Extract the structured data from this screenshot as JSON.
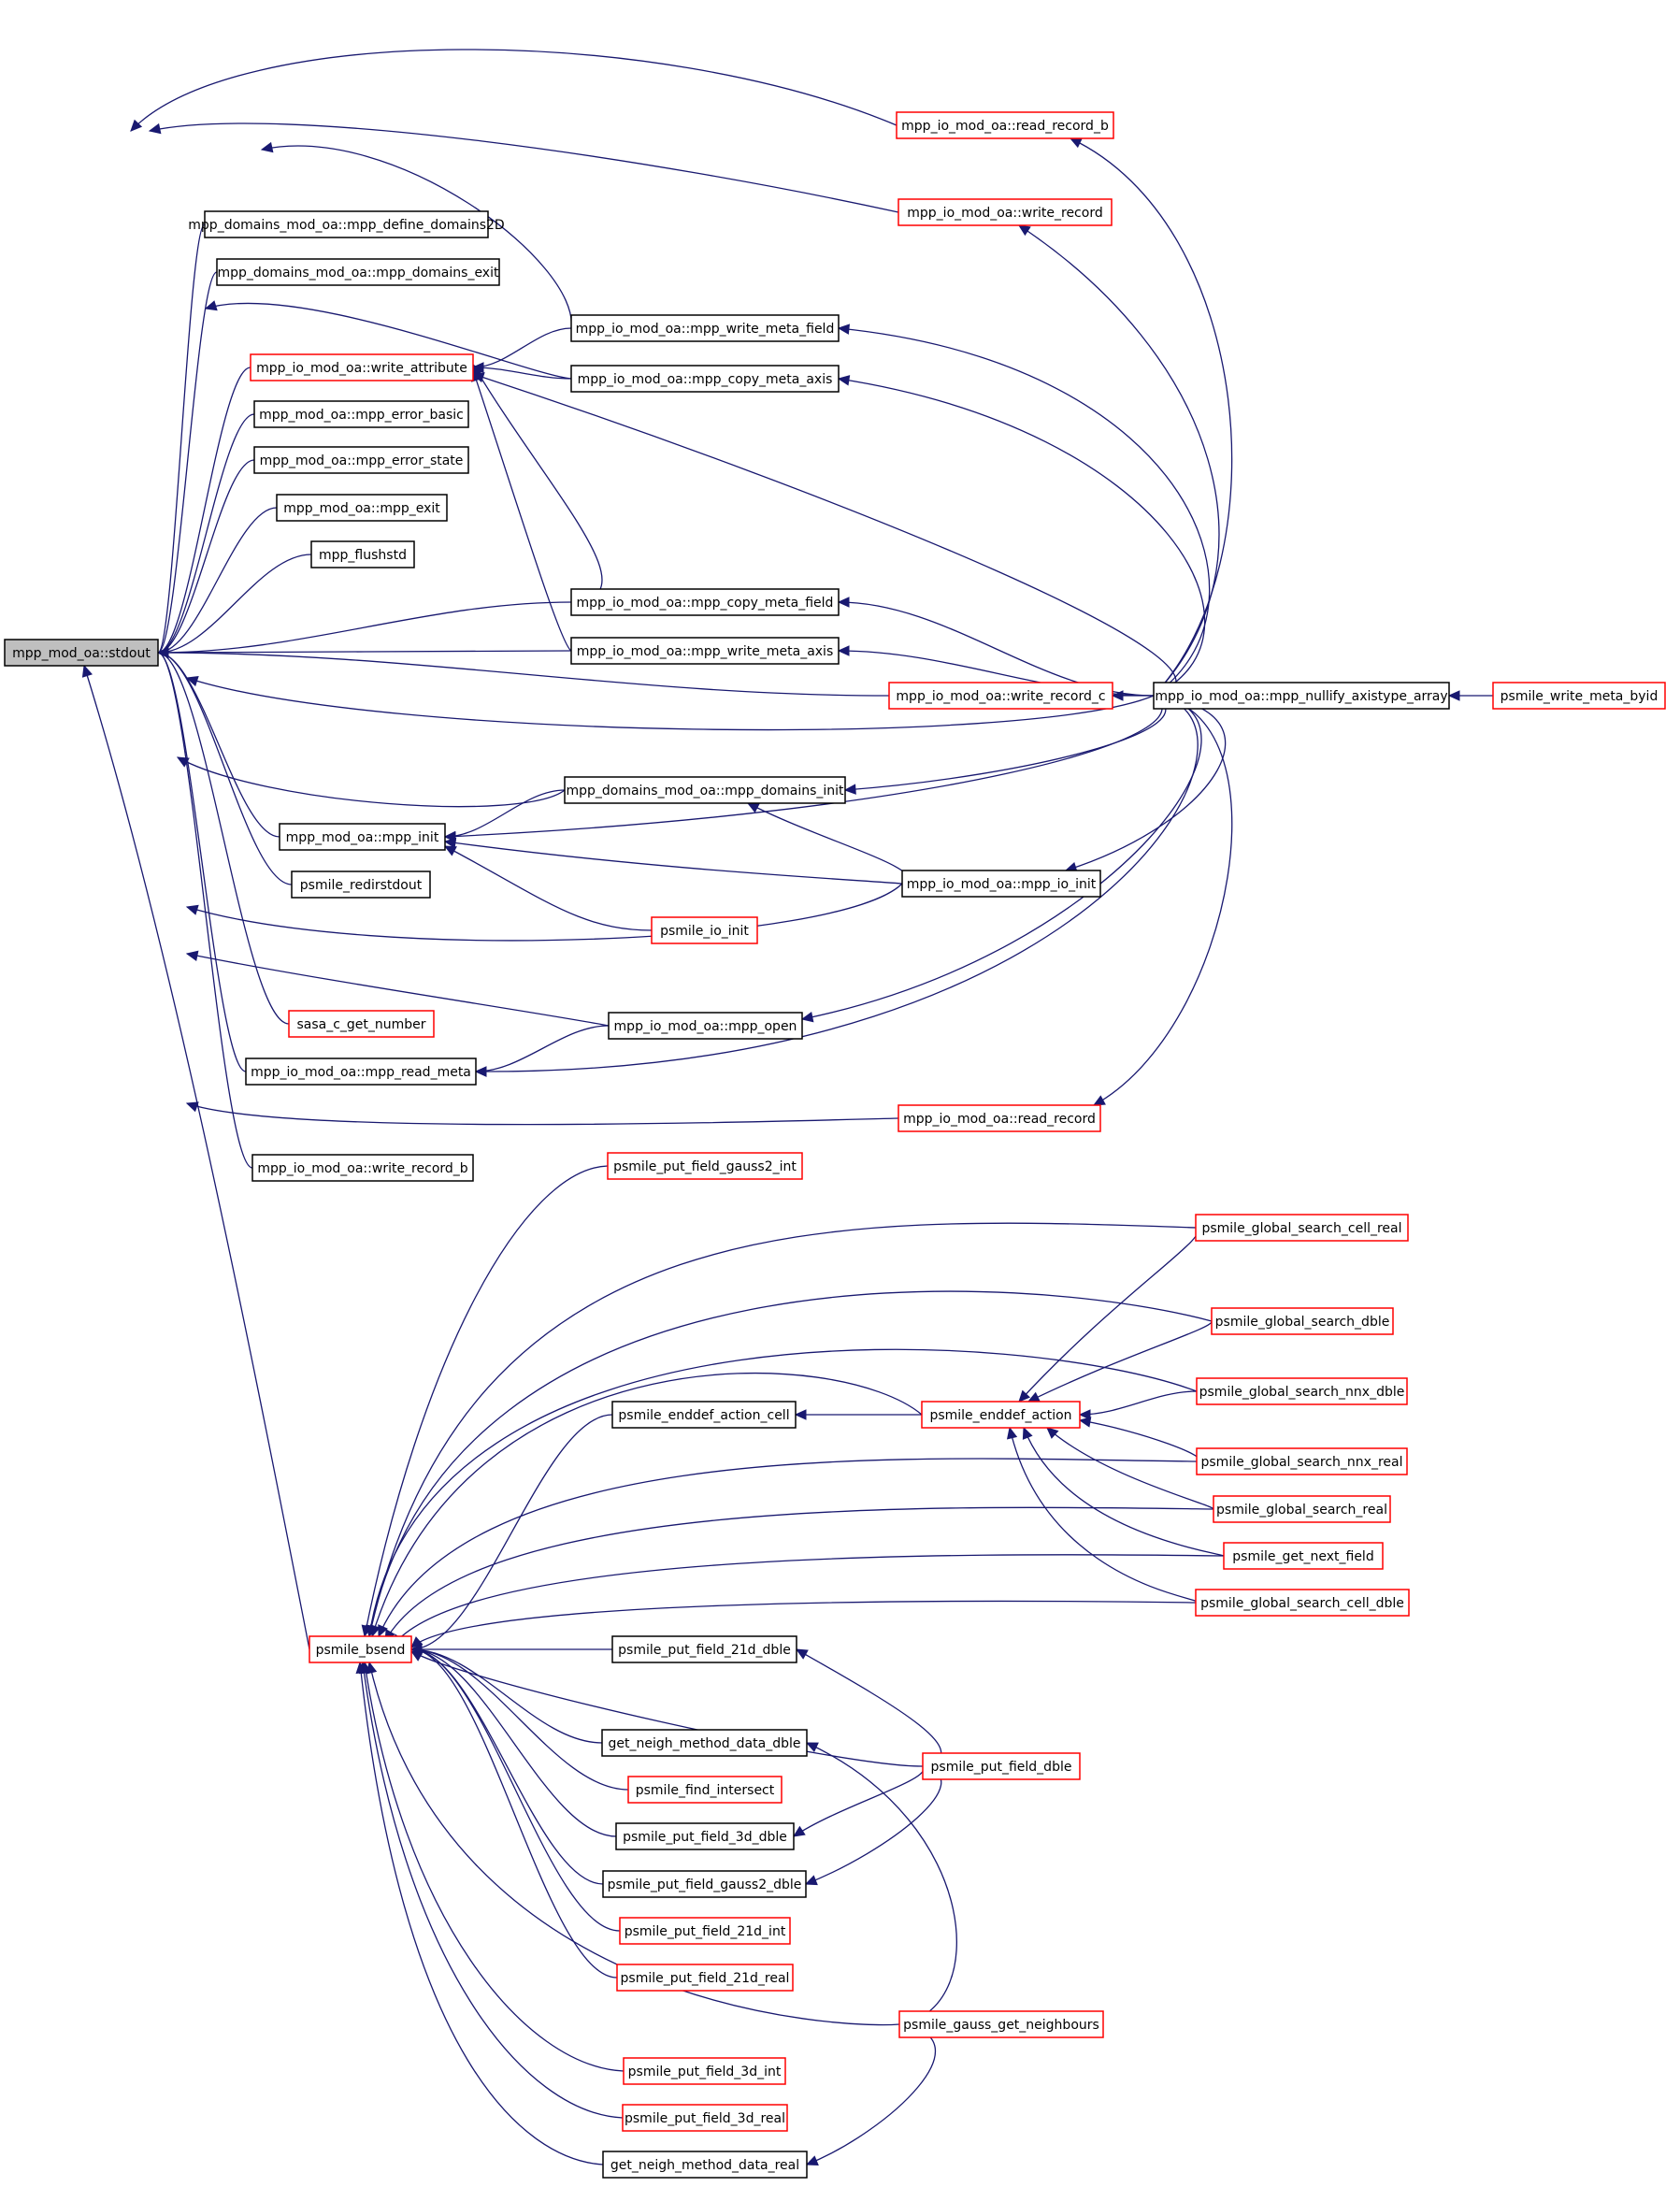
{
  "colors": {
    "edge": "#191970",
    "node_default_border": "#000000",
    "node_partial_border": "#ff0000",
    "focus_fill": "#bfbfbf",
    "background": "#ffffff"
  },
  "nodes": [
    {
      "id": "stdout",
      "label": "mpp_mod_oa::stdout",
      "style": "focus"
    },
    {
      "id": "read_record_b",
      "label": "mpp_io_mod_oa::read_record_b",
      "style": "red"
    },
    {
      "id": "write_record",
      "label": "mpp_io_mod_oa::write_record",
      "style": "red"
    },
    {
      "id": "define_domains2D",
      "label": "mpp_domains_mod_oa::mpp_define_domains2D",
      "style": "black"
    },
    {
      "id": "domains_exit",
      "label": "mpp_domains_mod_oa::mpp_domains_exit",
      "style": "black"
    },
    {
      "id": "write_meta_field",
      "label": "mpp_io_mod_oa::mpp_write_meta_field",
      "style": "black"
    },
    {
      "id": "write_attribute",
      "label": "mpp_io_mod_oa::write_attribute",
      "style": "red"
    },
    {
      "id": "copy_meta_axis",
      "label": "mpp_io_mod_oa::mpp_copy_meta_axis",
      "style": "black"
    },
    {
      "id": "error_basic",
      "label": "mpp_mod_oa::mpp_error_basic",
      "style": "black"
    },
    {
      "id": "error_state",
      "label": "mpp_mod_oa::mpp_error_state",
      "style": "black"
    },
    {
      "id": "mpp_exit",
      "label": "mpp_mod_oa::mpp_exit",
      "style": "black"
    },
    {
      "id": "flushstd",
      "label": "mpp_flushstd",
      "style": "black"
    },
    {
      "id": "copy_meta_field",
      "label": "mpp_io_mod_oa::mpp_copy_meta_field",
      "style": "black"
    },
    {
      "id": "write_meta_axis",
      "label": "mpp_io_mod_oa::mpp_write_meta_axis",
      "style": "black"
    },
    {
      "id": "write_record_c",
      "label": "mpp_io_mod_oa::write_record_c",
      "style": "red"
    },
    {
      "id": "nullify",
      "label": "mpp_io_mod_oa::mpp_nullify_axistype_array",
      "style": "black"
    },
    {
      "id": "write_meta_byid",
      "label": "psmile_write_meta_byid",
      "style": "red"
    },
    {
      "id": "domains_init",
      "label": "mpp_domains_mod_oa::mpp_domains_init",
      "style": "black"
    },
    {
      "id": "mpp_init",
      "label": "mpp_mod_oa::mpp_init",
      "style": "black"
    },
    {
      "id": "io_init",
      "label": "mpp_io_mod_oa::mpp_io_init",
      "style": "black"
    },
    {
      "id": "redirstdout",
      "label": "psmile_redirstdout",
      "style": "black"
    },
    {
      "id": "psmile_io_init",
      "label": "psmile_io_init",
      "style": "red"
    },
    {
      "id": "sasa",
      "label": "sasa_c_get_number",
      "style": "red"
    },
    {
      "id": "mpp_open",
      "label": "mpp_io_mod_oa::mpp_open",
      "style": "black"
    },
    {
      "id": "read_meta",
      "label": "mpp_io_mod_oa::mpp_read_meta",
      "style": "black"
    },
    {
      "id": "read_record",
      "label": "mpp_io_mod_oa::read_record",
      "style": "red"
    },
    {
      "id": "write_record_b",
      "label": "mpp_io_mod_oa::write_record_b",
      "style": "black"
    },
    {
      "id": "gauss2_int",
      "label": "psmile_put_field_gauss2_int",
      "style": "red"
    },
    {
      "id": "gs_cell_real",
      "label": "psmile_global_search_cell_real",
      "style": "red"
    },
    {
      "id": "gs_dble",
      "label": "psmile_global_search_dble",
      "style": "red"
    },
    {
      "id": "enddef_cell",
      "label": "psmile_enddef_action_cell",
      "style": "black"
    },
    {
      "id": "enddef",
      "label": "psmile_enddef_action",
      "style": "red"
    },
    {
      "id": "gs_nnx_dble",
      "label": "psmile_global_search_nnx_dble",
      "style": "red"
    },
    {
      "id": "gs_nnx_real",
      "label": "psmile_global_search_nnx_real",
      "style": "red"
    },
    {
      "id": "gs_real",
      "label": "psmile_global_search_real",
      "style": "red"
    },
    {
      "id": "next_field",
      "label": "psmile_get_next_field",
      "style": "red"
    },
    {
      "id": "gs_cell_dble",
      "label": "psmile_global_search_cell_dble",
      "style": "red"
    },
    {
      "id": "bsend",
      "label": "psmile_bsend",
      "style": "red"
    },
    {
      "id": "f21d_dble",
      "label": "psmile_put_field_21d_dble",
      "style": "black"
    },
    {
      "id": "neigh_dble",
      "label": "get_neigh_method_data_dble",
      "style": "black"
    },
    {
      "id": "put_dble",
      "label": "psmile_put_field_dble",
      "style": "red"
    },
    {
      "id": "find_intersect",
      "label": "psmile_find_intersect",
      "style": "red"
    },
    {
      "id": "f3d_dble",
      "label": "psmile_put_field_3d_dble",
      "style": "black"
    },
    {
      "id": "gauss2_dble",
      "label": "psmile_put_field_gauss2_dble",
      "style": "black"
    },
    {
      "id": "f21d_int",
      "label": "psmile_put_field_21d_int",
      "style": "red"
    },
    {
      "id": "f21d_real",
      "label": "psmile_put_field_21d_real",
      "style": "red"
    },
    {
      "id": "gauss_neigh",
      "label": "psmile_gauss_get_neighbours",
      "style": "red"
    },
    {
      "id": "f3d_int",
      "label": "psmile_put_field_3d_int",
      "style": "red"
    },
    {
      "id": "f3d_real",
      "label": "psmile_put_field_3d_real",
      "style": "red"
    },
    {
      "id": "neigh_real",
      "label": "get_neigh_method_data_real",
      "style": "black"
    }
  ],
  "edges": [
    {
      "from": "read_record_b",
      "to": "stdout"
    },
    {
      "from": "write_record",
      "to": "stdout"
    },
    {
      "from": "define_domains2D",
      "to": "stdout"
    },
    {
      "from": "domains_exit",
      "to": "stdout"
    },
    {
      "from": "write_meta_field",
      "to": "stdout"
    },
    {
      "from": "write_attribute",
      "to": "stdout"
    },
    {
      "from": "copy_meta_axis",
      "to": "stdout"
    },
    {
      "from": "error_basic",
      "to": "stdout"
    },
    {
      "from": "error_state",
      "to": "stdout"
    },
    {
      "from": "mpp_exit",
      "to": "stdout"
    },
    {
      "from": "flushstd",
      "to": "stdout"
    },
    {
      "from": "copy_meta_field",
      "to": "stdout"
    },
    {
      "from": "write_meta_axis",
      "to": "stdout"
    },
    {
      "from": "write_record_c",
      "to": "stdout"
    },
    {
      "from": "nullify",
      "to": "stdout"
    },
    {
      "from": "domains_init",
      "to": "stdout"
    },
    {
      "from": "mpp_init",
      "to": "stdout"
    },
    {
      "from": "io_init",
      "to": "stdout"
    },
    {
      "from": "redirstdout",
      "to": "stdout"
    },
    {
      "from": "sasa",
      "to": "stdout"
    },
    {
      "from": "mpp_open",
      "to": "stdout"
    },
    {
      "from": "read_meta",
      "to": "stdout"
    },
    {
      "from": "read_record",
      "to": "stdout"
    },
    {
      "from": "write_record_b",
      "to": "stdout"
    },
    {
      "from": "bsend",
      "to": "stdout"
    },
    {
      "from": "nullify",
      "to": "read_record_b"
    },
    {
      "from": "nullify",
      "to": "write_record"
    },
    {
      "from": "nullify",
      "to": "write_meta_field"
    },
    {
      "from": "nullify",
      "to": "copy_meta_axis"
    },
    {
      "from": "nullify",
      "to": "copy_meta_field"
    },
    {
      "from": "nullify",
      "to": "write_meta_axis"
    },
    {
      "from": "nullify",
      "to": "write_record_c"
    },
    {
      "from": "nullify",
      "to": "domains_init"
    },
    {
      "from": "nullify",
      "to": "mpp_init"
    },
    {
      "from": "nullify",
      "to": "io_init"
    },
    {
      "from": "nullify",
      "to": "mpp_open"
    },
    {
      "from": "nullify",
      "to": "read_meta"
    },
    {
      "from": "nullify",
      "to": "read_record"
    },
    {
      "from": "nullify",
      "to": "write_attribute"
    },
    {
      "from": "write_meta_byid",
      "to": "nullify"
    },
    {
      "from": "write_meta_field",
      "to": "write_attribute"
    },
    {
      "from": "copy_meta_axis",
      "to": "write_attribute"
    },
    {
      "from": "copy_meta_field",
      "to": "write_attribute"
    },
    {
      "from": "write_meta_axis",
      "to": "write_attribute"
    },
    {
      "from": "domains_init",
      "to": "mpp_init"
    },
    {
      "from": "io_init",
      "to": "mpp_init"
    },
    {
      "from": "io_init",
      "to": "domains_init"
    },
    {
      "from": "psmile_io_init",
      "to": "mpp_init"
    },
    {
      "from": "mpp_open",
      "to": "read_meta"
    },
    {
      "from": "gauss2_int",
      "to": "bsend"
    },
    {
      "from": "gs_cell_real",
      "to": "bsend"
    },
    {
      "from": "gs_dble",
      "to": "bsend"
    },
    {
      "from": "enddef_cell",
      "to": "bsend"
    },
    {
      "from": "enddef",
      "to": "bsend"
    },
    {
      "from": "gs_nnx_dble",
      "to": "bsend"
    },
    {
      "from": "gs_nnx_real",
      "to": "bsend"
    },
    {
      "from": "gs_real",
      "to": "bsend"
    },
    {
      "from": "next_field",
      "to": "bsend"
    },
    {
      "from": "gs_cell_dble",
      "to": "bsend"
    },
    {
      "from": "f21d_dble",
      "to": "bsend"
    },
    {
      "from": "neigh_dble",
      "to": "bsend"
    },
    {
      "from": "put_dble",
      "to": "bsend"
    },
    {
      "from": "find_intersect",
      "to": "bsend"
    },
    {
      "from": "f3d_dble",
      "to": "bsend"
    },
    {
      "from": "gauss2_dble",
      "to": "bsend"
    },
    {
      "from": "f21d_int",
      "to": "bsend"
    },
    {
      "from": "f21d_real",
      "to": "bsend"
    },
    {
      "from": "gauss_neigh",
      "to": "bsend"
    },
    {
      "from": "f3d_int",
      "to": "bsend"
    },
    {
      "from": "f3d_real",
      "to": "bsend"
    },
    {
      "from": "neigh_real",
      "to": "bsend"
    },
    {
      "from": "enddef",
      "to": "enddef_cell"
    },
    {
      "from": "gs_cell_real",
      "to": "enddef"
    },
    {
      "from": "gs_dble",
      "to": "enddef"
    },
    {
      "from": "gs_nnx_dble",
      "to": "enddef"
    },
    {
      "from": "gs_nnx_real",
      "to": "enddef"
    },
    {
      "from": "gs_real",
      "to": "enddef"
    },
    {
      "from": "next_field",
      "to": "enddef"
    },
    {
      "from": "gs_cell_dble",
      "to": "enddef"
    },
    {
      "from": "put_dble",
      "to": "f21d_dble"
    },
    {
      "from": "put_dble",
      "to": "f3d_dble"
    },
    {
      "from": "put_dble",
      "to": "gauss2_dble"
    },
    {
      "from": "gauss_neigh",
      "to": "neigh_dble"
    },
    {
      "from": "gauss_neigh",
      "to": "neigh_real"
    }
  ]
}
